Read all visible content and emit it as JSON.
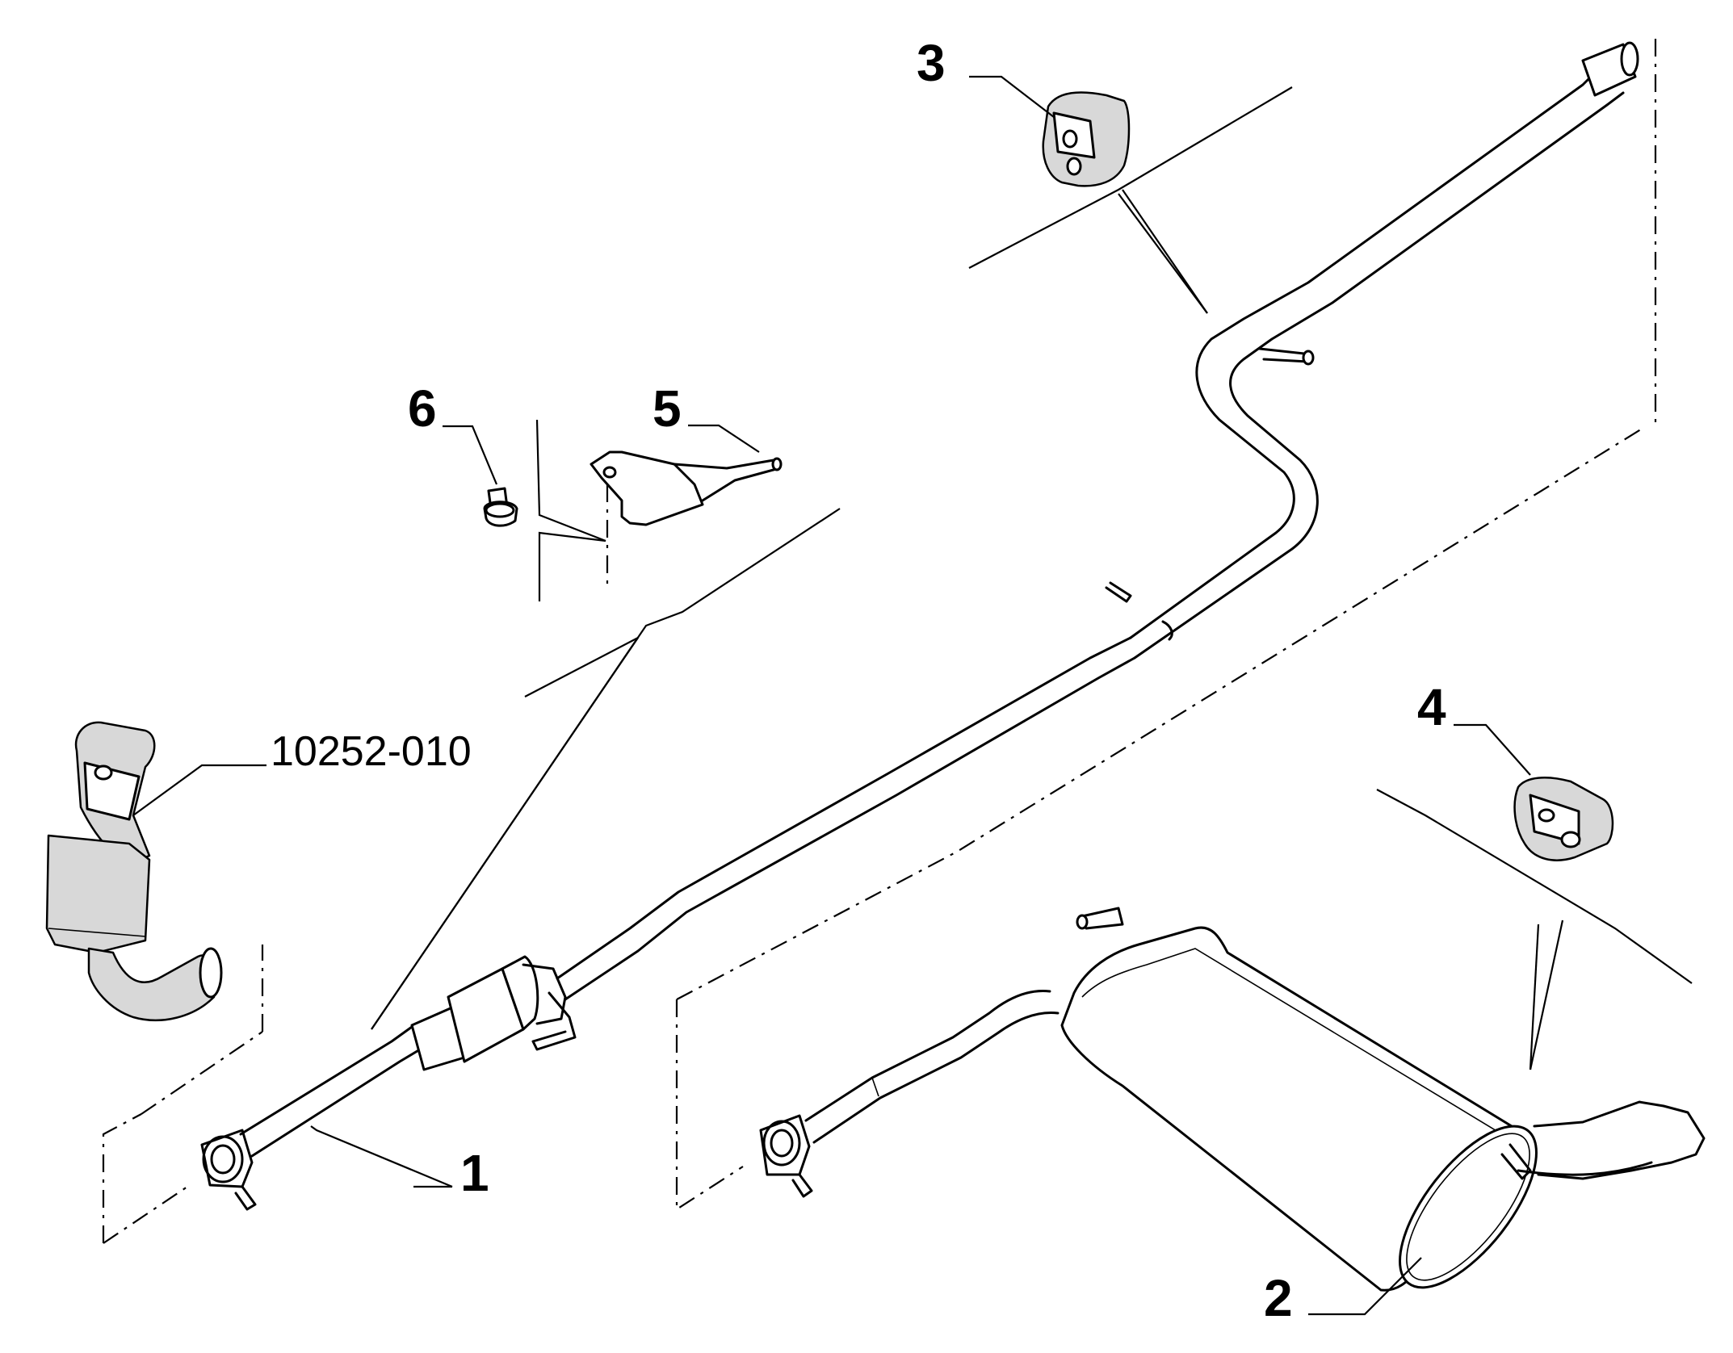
{
  "callouts": {
    "part1": "1",
    "part2": "2",
    "part3": "3",
    "part4": "4",
    "part5": "5",
    "part6": "6",
    "reference": "10252-010"
  }
}
